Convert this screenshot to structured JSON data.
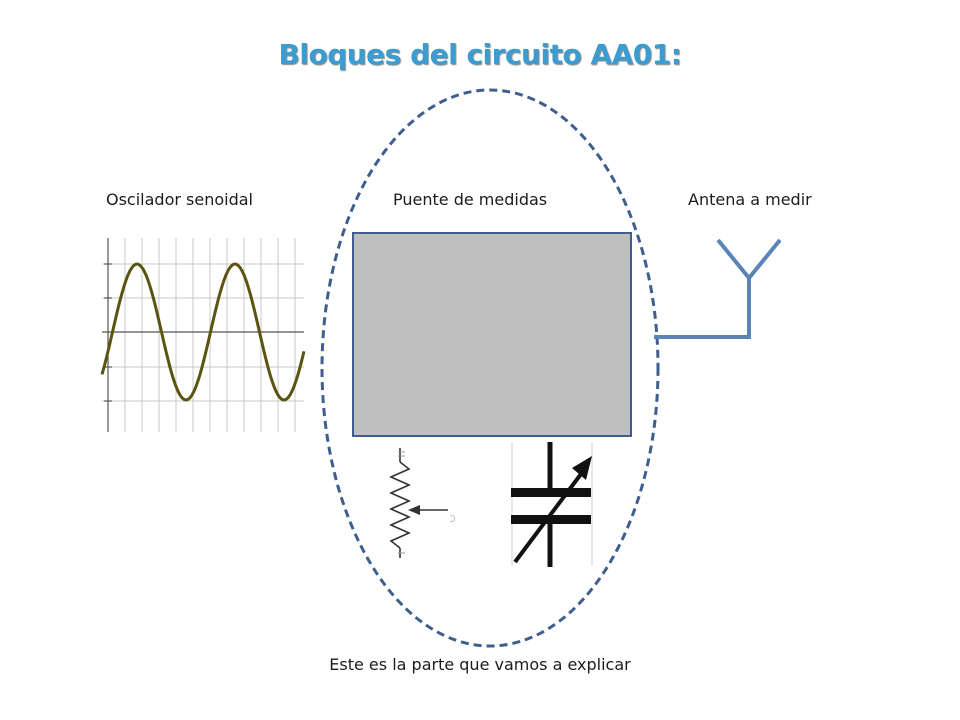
{
  "title": "Bloques del circuito AA01:",
  "labels": {
    "oscillator": "Oscilador senoidal",
    "bridge": "Puente de medidas",
    "antenna": "Antena a medir"
  },
  "caption": "Este es la parte que vamos a explicar",
  "colors": {
    "title": "#3b9cd2",
    "ellipse": "#3e5f8d",
    "sine": "#5a5410",
    "box_fill": "#bfbfbf",
    "antenna": "#5b83b5"
  },
  "icons": [
    "sine-wave-icon",
    "antenna-icon",
    "potentiometer-icon",
    "variable-capacitor-icon"
  ]
}
